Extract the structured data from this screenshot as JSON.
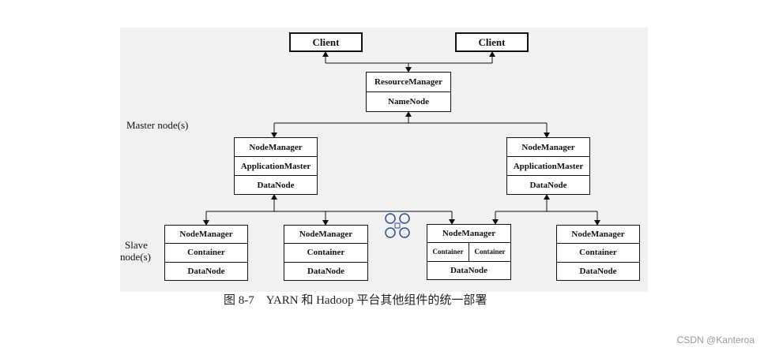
{
  "diagram": {
    "clients": [
      "Client",
      "Client"
    ],
    "resource_manager": [
      "ResourceManager",
      "NameNode"
    ],
    "master_label": "Master node(s)",
    "slave_label_line1": "Slave",
    "slave_label_line2": "node(s)",
    "master_nodes": [
      [
        "NodeManager",
        "ApplicationMaster",
        "DataNode"
      ],
      [
        "NodeManager",
        "ApplicationMaster",
        "DataNode"
      ]
    ],
    "slave_nodes": [
      [
        "NodeManager",
        "Container",
        "DataNode"
      ],
      [
        "NodeManager",
        "Container",
        "DataNode"
      ],
      [
        "NodeManager",
        [
          "Container",
          "Container"
        ],
        "DataNode"
      ],
      [
        "NodeManager",
        "Container",
        "DataNode"
      ]
    ]
  },
  "caption": "图 8-7　YARN 和 Hadoop 平台其他组件的统一部署",
  "watermark": "CSDN @Kanteroa",
  "colors": {
    "line": "#111111",
    "background": "#f1f1f1"
  }
}
